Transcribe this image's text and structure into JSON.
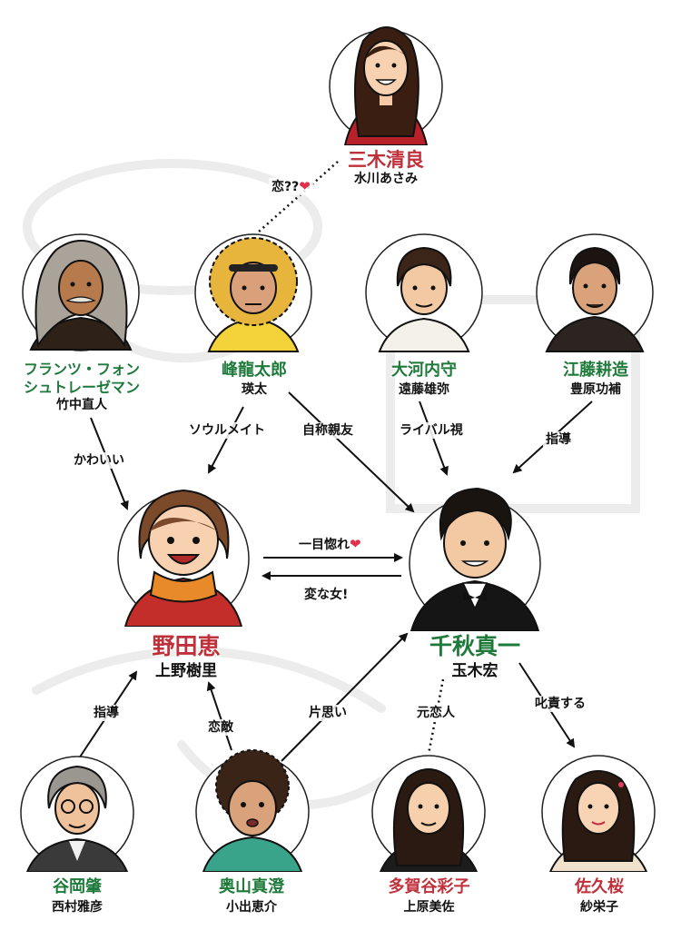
{
  "characters": {
    "miki_kiyora": {
      "name": "三木清良",
      "actor": "水川あさみ",
      "color": "red"
    },
    "franz": {
      "name_line1": "フランツ・フォン",
      "name_line2": "シュトレーゼマン",
      "actor": "竹中直人",
      "color": "green"
    },
    "mine_ryutaro": {
      "name": "峰龍太郎",
      "actor": "瑛太",
      "color": "green"
    },
    "okochi": {
      "name": "大河内守",
      "actor": "遠藤雄弥",
      "color": "green"
    },
    "eto": {
      "name": "江藤耕造",
      "actor": "豊原功補",
      "color": "green"
    },
    "noda_megumi": {
      "name": "野田恵",
      "actor": "上野樹里",
      "color": "red"
    },
    "chiaki": {
      "name": "千秋真一",
      "actor": "玉木宏",
      "color": "green"
    },
    "tanioka": {
      "name": "谷岡肇",
      "actor": "西村雅彦",
      "color": "green"
    },
    "okuyama": {
      "name": "奥山真澄",
      "actor": "小出恵介",
      "color": "green"
    },
    "taga": {
      "name": "多賀谷彩子",
      "actor": "上原美佐",
      "color": "red"
    },
    "saku": {
      "name": "佐久桜",
      "actor": "紗栄子",
      "color": "red"
    }
  },
  "relations": {
    "koi": "恋??",
    "kawaii": "かわいい",
    "soulmate": "ソウルメイト",
    "jisho_shinyu": "自称親友",
    "rival": "ライバル視",
    "shido_eto": "指導",
    "hitomebore": "一目惚れ",
    "hen_na_onna": "変な女!",
    "shido_tanioka": "指導",
    "renteki": "恋敵",
    "kataomoi": "片思い",
    "moto_koibito": "元恋人",
    "shisseki": "叱責する"
  },
  "colors": {
    "green": "#1e7a3a",
    "red": "#c0303a",
    "heart": "#e0304a"
  }
}
